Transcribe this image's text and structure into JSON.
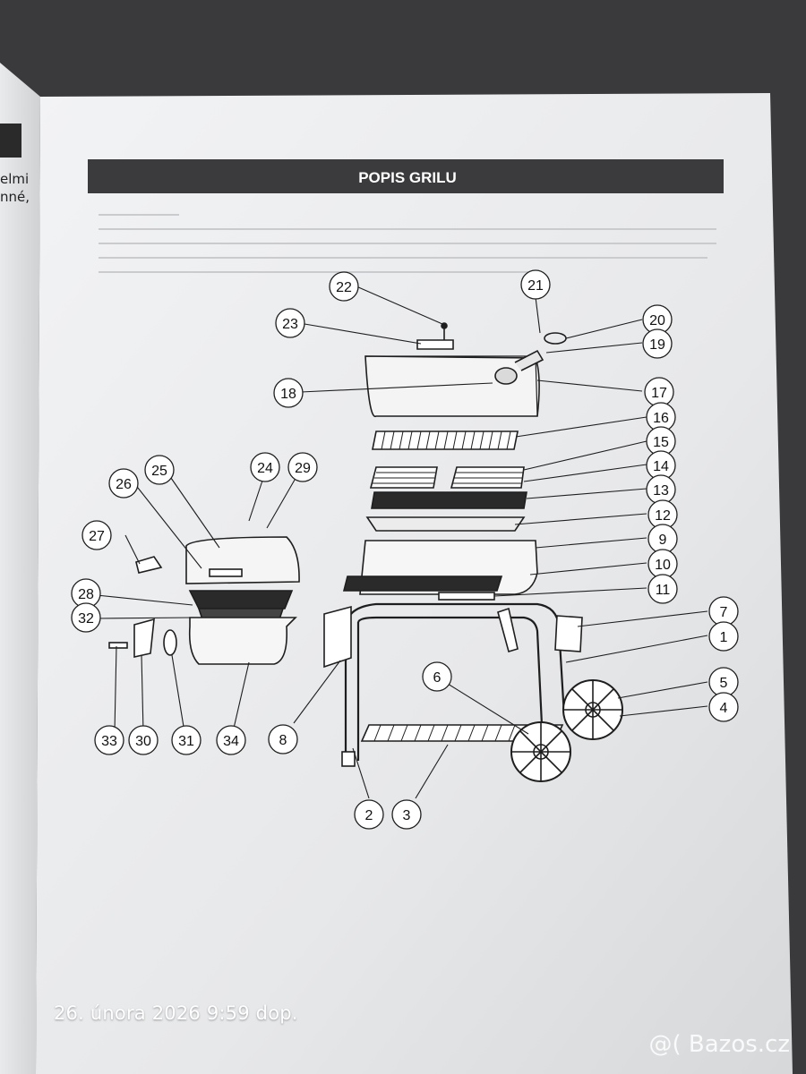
{
  "banner_title": "POPIS GRILU",
  "side_page_text": [
    "elmi",
    "nné,"
  ],
  "part_numbers": [
    "1",
    "2",
    "3",
    "4",
    "5",
    "6",
    "7",
    "8",
    "9",
    "10",
    "11",
    "12",
    "13",
    "14",
    "15",
    "16",
    "17",
    "18",
    "19",
    "20",
    "21",
    "22",
    "23",
    "24",
    "25",
    "26",
    "27",
    "28",
    "29",
    "30",
    "31",
    "32",
    "33",
    "34"
  ],
  "camera_timestamp": "26. února 2026 9:59 dop.",
  "watermark": "@( Bazos.cz"
}
